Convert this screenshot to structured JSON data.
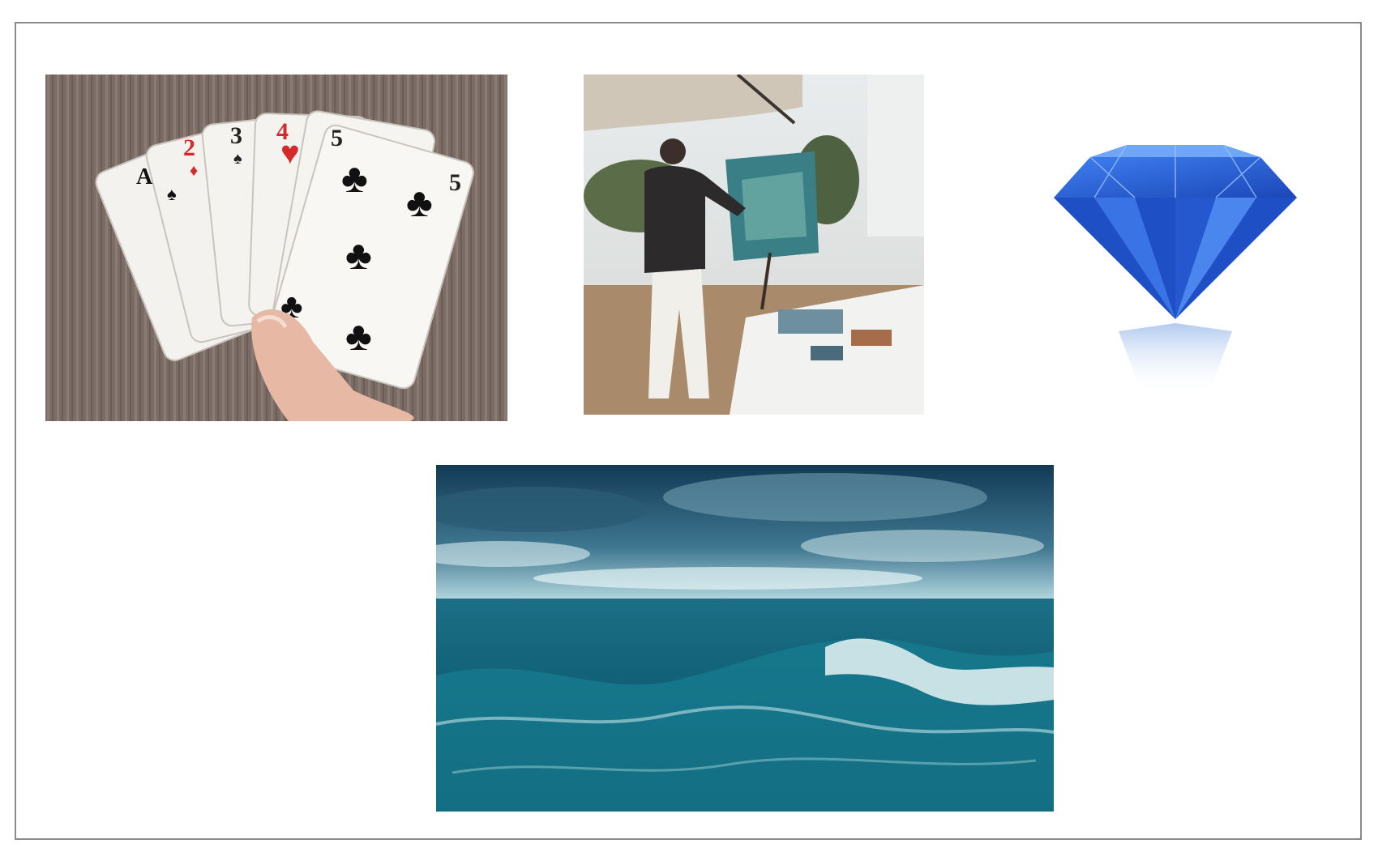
{
  "images": [
    {
      "subject": "hand-holding-playing-cards",
      "cards": [
        "A",
        "2",
        "3",
        "4",
        "5",
        "5"
      ]
    },
    {
      "subject": "painter-at-easel-outdoors"
    },
    {
      "subject": "blue-diamond"
    },
    {
      "subject": "stormy-ocean-waves"
    }
  ],
  "colors": {
    "frame": "#8a8a8a",
    "background": "#ffffff",
    "card_red": "#d62a2a",
    "card_black": "#111111",
    "diamond": "#2f6fd8",
    "ocean": "#0f5d73"
  }
}
